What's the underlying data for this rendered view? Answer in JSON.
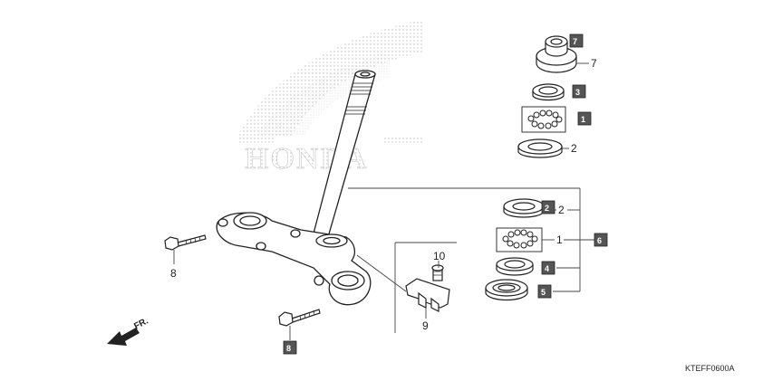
{
  "watermark": {
    "brand": "HONDA"
  },
  "direction": {
    "text": "FR."
  },
  "diagram_code": "KTEFF0600A",
  "callouts": {
    "c7": "7",
    "c2_top": "2",
    "c2_mid": "2",
    "c1": "1",
    "c10": "10",
    "c9": "9",
    "c8_left": "8"
  },
  "tags": {
    "t7": "7",
    "t3": "3",
    "t1": "1",
    "t2": "2",
    "t6": "6",
    "t4": "4",
    "t5": "5",
    "t8": "8"
  },
  "colors": {
    "tag_fill": "#555555",
    "line": "#333333",
    "watermark": "#c8c8c8"
  }
}
